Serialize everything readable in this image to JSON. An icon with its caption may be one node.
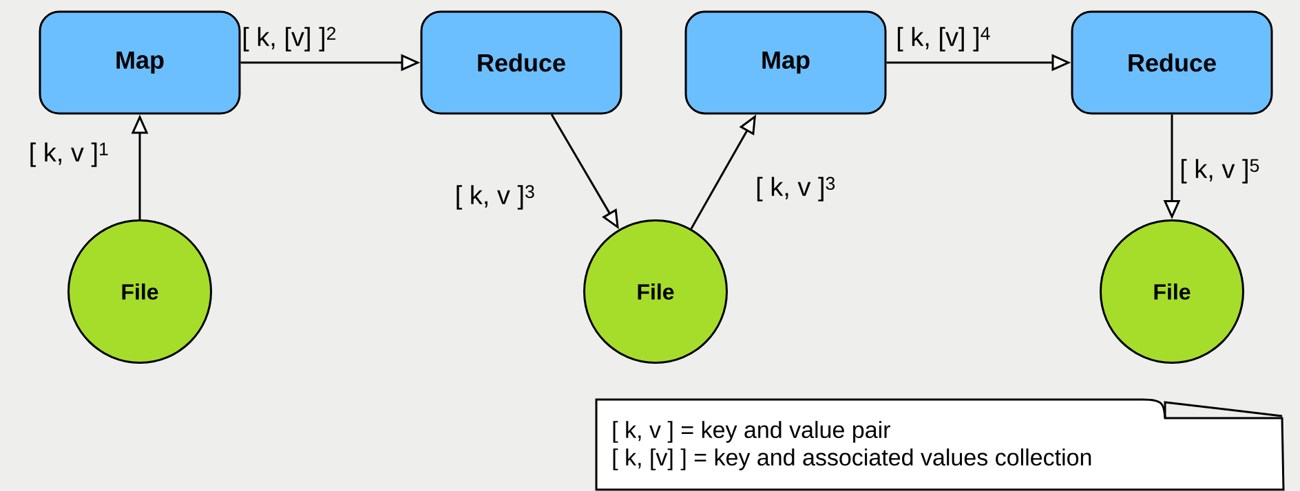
{
  "diagram": {
    "nodes": [
      {
        "text": [
          "Map"
        ]
      },
      {
        "text": [
          "Reduce"
        ]
      },
      {
        "text": [
          "Map"
        ]
      },
      {
        "text": [
          "Reduce"
        ]
      },
      {
        "text": [
          "File"
        ]
      },
      {
        "text": [
          "File"
        ]
      },
      {
        "text": [
          "File"
        ]
      },
      {
        "text": [
          "[ k, v ] = key and value pair",
          "[ k, [v] ] = key and associated values collection"
        ]
      }
    ],
    "edges": [
      {
        "from": 4,
        "to": 0,
        "arrow": "to",
        "label": "[ k, v ]$^{1}$"
      },
      {
        "from": 0,
        "to": 1,
        "arrow": "to",
        "label": "[ k,  [v] ]$^{2}$"
      },
      {
        "from": 1,
        "to": 5,
        "arrow": "to",
        "label": "[ k, v ]$^{3}$"
      },
      {
        "from": 5,
        "to": 2,
        "arrow": "to",
        "label": "[ k, v ]$^{3}$"
      },
      {
        "from": 2,
        "to": 3,
        "arrow": "to",
        "label": "[ k,  [v] ]$^{4}$"
      },
      {
        "from": 3,
        "to": 6,
        "arrow": "to",
        "label": "[ k, v ]$^{5}$"
      }
    ]
  }
}
